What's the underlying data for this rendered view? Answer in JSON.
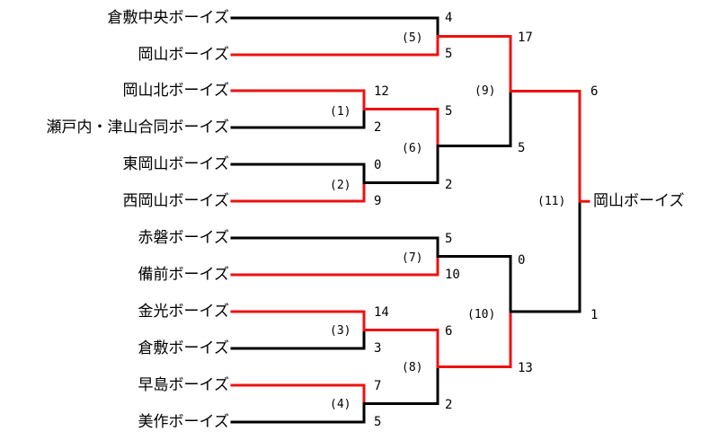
{
  "colors": {
    "winner": "#ee1111",
    "loser": "#000000"
  },
  "teams": [
    "倉敷中央ボーイズ",
    "岡山ボーイズ",
    "岡山北ボーイズ",
    "瀬戸内・津山合同ボーイズ",
    "東岡山ボーイズ",
    "西岡山ボーイズ",
    "赤磐ボーイズ",
    "備前ボーイズ",
    "金光ボーイズ",
    "倉敷ボーイズ",
    "早島ボーイズ",
    "美作ボーイズ"
  ],
  "matches": [
    {
      "no": "(1)",
      "top": "岡山北ボーイズ",
      "bottom": "瀬戸内・津山合同ボーイズ",
      "top_score": "12",
      "bottom_score": "2",
      "winner": "top"
    },
    {
      "no": "(2)",
      "top": "東岡山ボーイズ",
      "bottom": "西岡山ボーイズ",
      "top_score": "0",
      "bottom_score": "9",
      "winner": "bottom"
    },
    {
      "no": "(3)",
      "top": "金光ボーイズ",
      "bottom": "倉敷ボーイズ",
      "top_score": "14",
      "bottom_score": "3",
      "winner": "top"
    },
    {
      "no": "(4)",
      "top": "早島ボーイズ",
      "bottom": "美作ボーイズ",
      "top_score": "7",
      "bottom_score": "5",
      "winner": "top"
    },
    {
      "no": "(5)",
      "top": "倉敷中央ボーイズ",
      "bottom": "岡山ボーイズ",
      "top_score": "4",
      "bottom_score": "5",
      "winner": "bottom"
    },
    {
      "no": "(6)",
      "top": "winner (1)",
      "bottom": "winner (2)",
      "top_score": "5",
      "bottom_score": "2",
      "winner": "top"
    },
    {
      "no": "(7)",
      "top": "赤磐ボーイズ",
      "bottom": "備前ボーイズ",
      "top_score": "5",
      "bottom_score": "10",
      "winner": "bottom"
    },
    {
      "no": "(8)",
      "top": "winner (3)",
      "bottom": "winner (4)",
      "top_score": "6",
      "bottom_score": "2",
      "winner": "top"
    },
    {
      "no": "(9)",
      "top": "winner (5)",
      "bottom": "winner (6)",
      "top_score": "17",
      "bottom_score": "5",
      "winner": "top"
    },
    {
      "no": "(10)",
      "top": "winner (7)",
      "bottom": "winner (8)",
      "top_score": "0",
      "bottom_score": "13",
      "winner": "bottom"
    },
    {
      "no": "(11)",
      "top": "winner (9)",
      "bottom": "winner (10)",
      "top_score": "6",
      "bottom_score": "1",
      "winner": "top"
    }
  ],
  "champion": "岡山ボーイズ"
}
